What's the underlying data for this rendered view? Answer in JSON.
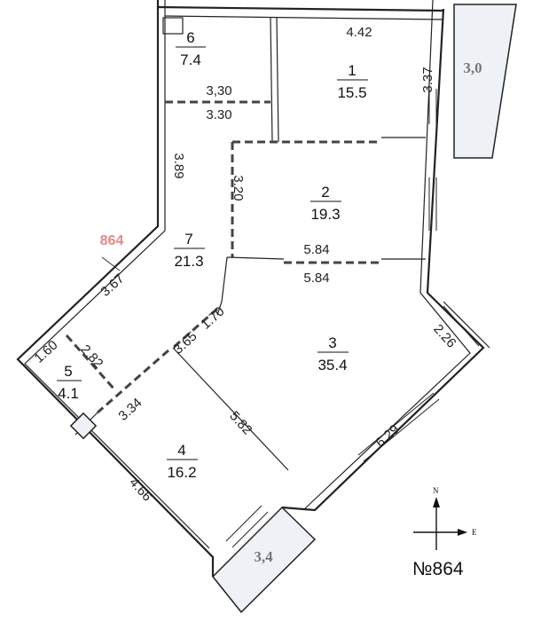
{
  "rooms": [
    {
      "number": "6",
      "area": "7.4"
    },
    {
      "number": "1",
      "area": "15.5"
    },
    {
      "number": "2",
      "area": "19.3"
    },
    {
      "number": "7",
      "area": "21.3"
    },
    {
      "number": "3",
      "area": "35.4"
    },
    {
      "number": "5",
      "area": "4.1"
    },
    {
      "number": "4",
      "area": "16.2"
    }
  ],
  "dimensions": {
    "d442": "4.42",
    "d337": "3.37",
    "d330a": "3,30",
    "d330b": "3.30",
    "d389": "3.89",
    "d320": "3.20",
    "d584a": "5.84",
    "d584b": "5.84",
    "d367": "3.67",
    "d160": "1.60",
    "d282": "2.82",
    "d365": "3.65",
    "d170": "1.70",
    "d334": "3.34",
    "d582": "5.82",
    "d226": "2.26",
    "d629": "6.29",
    "d466": "4.66"
  },
  "balconies": {
    "top_right": "3,0",
    "bottom": "3,4"
  },
  "apartment_marker": "864",
  "plan_label": "№864",
  "compass": {
    "north": "N",
    "east": "E"
  }
}
